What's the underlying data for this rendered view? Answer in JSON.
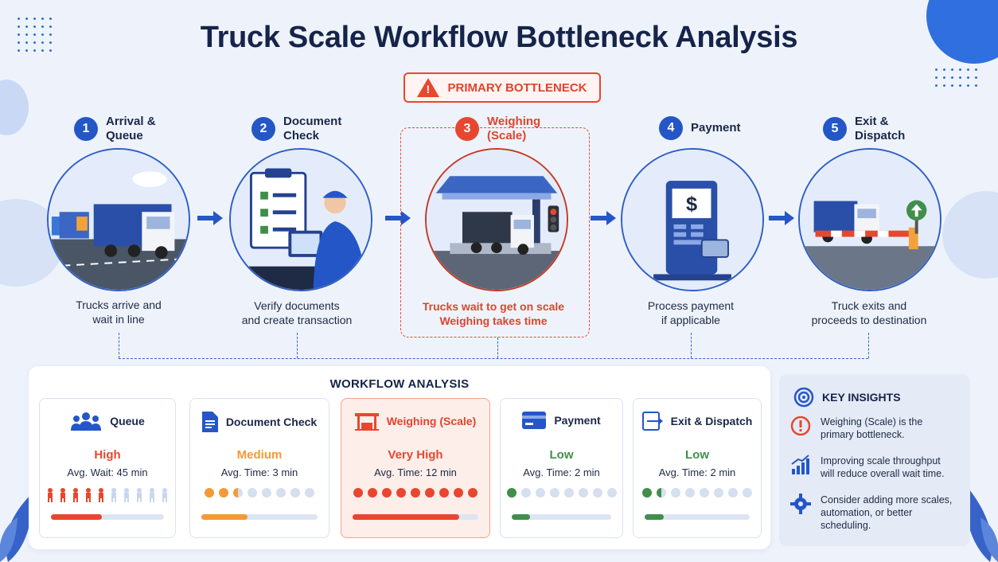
{
  "title": "Truck Scale Workflow Bottleneck Analysis",
  "bottleneck_badge": {
    "label": "PRIMARY BOTTLENECK",
    "icon": "warning-icon"
  },
  "steps": [
    {
      "number": "1",
      "title": "Arrival & Queue",
      "description_line1": "Trucks arrive and",
      "description_line2": "wait in line",
      "icon": "truck-queue-illustration"
    },
    {
      "number": "2",
      "title": "Document Check",
      "description_line1": "Verify documents",
      "description_line2": "and create transaction",
      "icon": "clipboard-operator-illustration"
    },
    {
      "number": "3",
      "title": "Weighing (Scale)",
      "description_line1": "Trucks wait to get on scale",
      "description_line2": "Weighing takes time",
      "icon": "truck-scale-illustration",
      "highlight": true
    },
    {
      "number": "4",
      "title": "Payment",
      "description_line1": "Process payment",
      "description_line2": "if applicable",
      "icon": "payment-kiosk-illustration"
    },
    {
      "number": "5",
      "title": "Exit & Dispatch",
      "description_line1": "Truck exits and",
      "description_line2": "proceeds to destination",
      "icon": "exit-gate-illustration"
    }
  ],
  "analysis": {
    "title": "WORKFLOW ANALYSIS",
    "cards": [
      {
        "label": "Queue",
        "level": "High",
        "metric": "Avg. Wait: 45 min",
        "level_color": "#e8472f",
        "fill_fraction": 0.45,
        "active_marks": 5,
        "total_marks": 10,
        "icon": "people-icon"
      },
      {
        "label": "Document Check",
        "level": "Medium",
        "metric": "Avg. Time: 3 min",
        "level_color": "#f39a36",
        "fill_fraction": 0.4,
        "active_marks": 2.5,
        "total_marks": 8,
        "icon": "document-icon"
      },
      {
        "label": "Weighing (Scale)",
        "level": "Very High",
        "metric": "Avg. Time: 12 min",
        "level_color": "#e8472f",
        "fill_fraction": 0.85,
        "active_marks": 9,
        "total_marks": 9,
        "icon": "scale-icon"
      },
      {
        "label": "Payment",
        "level": "Low",
        "metric": "Avg. Time: 2 min",
        "level_color": "#3f8f4a",
        "fill_fraction": 0.18,
        "active_marks": 1,
        "total_marks": 8,
        "icon": "credit-card-icon"
      },
      {
        "label": "Exit & Dispatch",
        "level": "Low",
        "metric": "Avg. Time: 2 min",
        "level_color": "#3f8f4a",
        "fill_fraction": 0.18,
        "active_marks": 1.5,
        "total_marks": 8,
        "icon": "exit-icon"
      }
    ]
  },
  "insights": {
    "title": "KEY INSIGHTS",
    "items": [
      {
        "line1": "Weighing (Scale) is the",
        "line2": "primary bottleneck.",
        "line3": "",
        "icon": "alert-icon"
      },
      {
        "line1": "Improving scale throughput",
        "line2": "will reduce overall wait time.",
        "line3": "",
        "icon": "growth-chart-icon"
      },
      {
        "line1": "Consider adding more scales,",
        "line2": "automation, or better",
        "line3": "scheduling.",
        "icon": "gear-icon"
      }
    ]
  },
  "colors": {
    "accent": "#2456c8",
    "bottleneck": "#e8472f",
    "medium": "#f39a36",
    "low": "#3f8f4a"
  }
}
